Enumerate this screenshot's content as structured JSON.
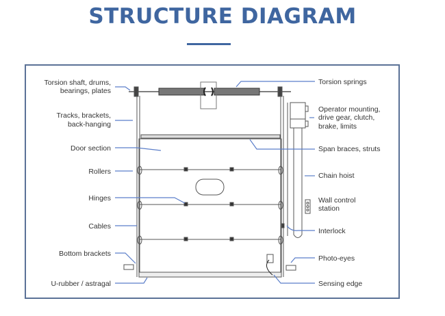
{
  "header": {
    "title": "STRUCTURE DIAGRAM"
  },
  "colors": {
    "title": "#3f66a0",
    "frame_border": "#5a7196",
    "leader_line": "#5b7ec9",
    "drawing": "#555555"
  },
  "labels_left": [
    {
      "id": "torsion-shaft",
      "lines": [
        "Torsion shaft, drums,",
        "bearings, plates"
      ]
    },
    {
      "id": "tracks",
      "lines": [
        "Tracks, brackets,",
        "back-hanging"
      ]
    },
    {
      "id": "door-section",
      "lines": [
        "Door section"
      ]
    },
    {
      "id": "rollers",
      "lines": [
        "Rollers"
      ]
    },
    {
      "id": "hinges",
      "lines": [
        "Hinges"
      ]
    },
    {
      "id": "cables",
      "lines": [
        "Cables"
      ]
    },
    {
      "id": "bottom-brackets",
      "lines": [
        "Bottom brackets"
      ]
    },
    {
      "id": "u-rubber",
      "lines": [
        "U-rubber / astragal"
      ]
    }
  ],
  "labels_right": [
    {
      "id": "torsion-springs",
      "lines": [
        "Torsion springs"
      ]
    },
    {
      "id": "operator-mounting",
      "lines": [
        "Operator mounting,",
        "drive gear, clutch,",
        "brake, limits"
      ]
    },
    {
      "id": "span-braces",
      "lines": [
        "Span braces, struts"
      ]
    },
    {
      "id": "chain-hoist",
      "lines": [
        "Chain hoist"
      ]
    },
    {
      "id": "wall-control",
      "lines": [
        "Wall control",
        "station"
      ]
    },
    {
      "id": "interlock",
      "lines": [
        "Interlock"
      ]
    },
    {
      "id": "photo-eyes",
      "lines": [
        "Photo-eyes"
      ]
    },
    {
      "id": "sensing-edge",
      "lines": [
        "Sensing edge"
      ]
    }
  ]
}
